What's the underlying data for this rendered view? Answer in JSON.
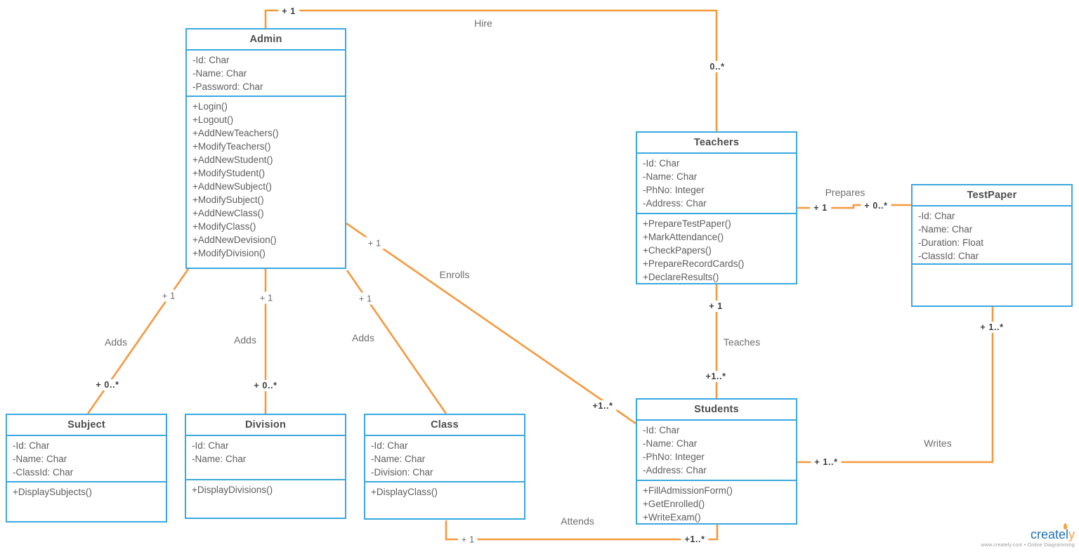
{
  "classes": {
    "admin": {
      "title": "Admin",
      "attributes": [
        "-Id: Char",
        "-Name: Char",
        "-Password: Char"
      ],
      "methods": [
        "+Login()",
        "+Logout()",
        "+AddNewTeachers()",
        "+ModifyTeachers()",
        "+AddNewStudent()",
        "+ModifyStudent()",
        "+AddNewSubject()",
        "+ModifySubject()",
        "+AddNewClass()",
        "+ModifyClass()",
        "+AddNewDevision()",
        "+ModifyDivision()"
      ]
    },
    "teachers": {
      "title": "Teachers",
      "attributes": [
        "-Id: Char",
        "-Name: Char",
        "-PhNo: Integer",
        "-Address: Char"
      ],
      "methods": [
        "+PrepareTestPaper()",
        "+MarkAttendance()",
        "+CheckPapers()",
        "+PrepareRecordCards()",
        "+DeclareResults()"
      ]
    },
    "testpaper": {
      "title": "TestPaper",
      "attributes": [
        "-Id: Char",
        "-Name: Char",
        "-Duration: Float",
        "-ClassId: Char"
      ],
      "methods": []
    },
    "students": {
      "title": "Students",
      "attributes": [
        "-Id: Char",
        "-Name: Char",
        "-PhNo: Integer",
        "-Address: Char"
      ],
      "methods": [
        "+FillAdmissionForm()",
        "+GetEnrolled()",
        "+WriteExam()"
      ]
    },
    "subject": {
      "title": "Subject",
      "attributes": [
        "-Id: Char",
        "-Name: Char",
        "-ClassId: Char"
      ],
      "methods": [
        "+DisplaySubjects()"
      ]
    },
    "division": {
      "title": "Division",
      "attributes": [
        "-Id: Char",
        "-Name: Char"
      ],
      "methods": [
        "+DisplayDivisions()"
      ]
    },
    "class": {
      "title": "Class",
      "attributes": [
        "-Id: Char",
        "-Name: Char",
        "-Division: Char"
      ],
      "methods": [
        "+DisplayClass()"
      ]
    }
  },
  "relationships": {
    "hire": {
      "label": "Hire",
      "admin_mult": "+ 1",
      "teachers_mult": "0..*"
    },
    "adds_subject": {
      "label": "Adds",
      "admin_mult": "+ 1",
      "subject_mult": "+ 0..*"
    },
    "adds_division": {
      "label": "Adds",
      "admin_mult": "+ 1",
      "division_mult": "+ 0..*"
    },
    "adds_class": {
      "label": "Adds",
      "admin_mult": "+ 1"
    },
    "enrolls": {
      "label": "Enrolls",
      "admin_mult": "+ 1",
      "students_mult": "+1..*"
    },
    "prepares": {
      "label": "Prepares",
      "teachers_mult": "+ 1",
      "testpaper_mult": "+ 0..*"
    },
    "teaches": {
      "label": "Teaches",
      "teachers_mult": "+ 1",
      "students_mult": "+1..*"
    },
    "writes": {
      "label": "Writes",
      "students_mult": "+ 1..*",
      "testpaper_mult": "+ 1..*"
    },
    "attends": {
      "label": "Attends",
      "class_mult": "+ 1",
      "students_mult": "+1..*"
    }
  },
  "branding": {
    "logo_main": "createl",
    "logo_accent": "y",
    "tagline": "www.creately.com • Online Diagramming"
  },
  "colors": {
    "box_border": "#3aa8e0",
    "connector": "#f5993d",
    "title_text": "#4d4d4d",
    "member_text": "#5e5e5e",
    "label_text": "#6e6e6e",
    "multiplicity_text": "#3d3d3d",
    "logo_blue": "#2173b8",
    "logo_orange": "#f6a13b"
  }
}
